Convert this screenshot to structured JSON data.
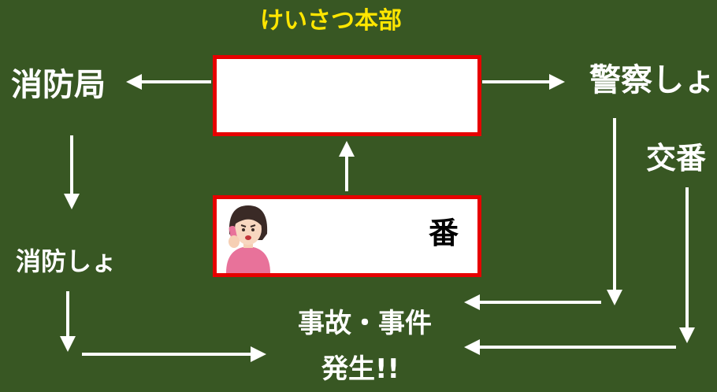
{
  "headquarters": {
    "title": "けいさつ本部"
  },
  "nodes": {
    "fire_department": "消防局",
    "fire_station": "消防しょ",
    "police_station": "警察しょ",
    "koban": "交番"
  },
  "call": {
    "number_suffix": "番"
  },
  "incident": {
    "line1": "事故・事件",
    "line2": "発生!!"
  },
  "colors": {
    "background": "#385723",
    "box_border": "#e60000",
    "title": "#ffe600",
    "arrow": "#ffffff"
  },
  "icons": {
    "caller": "woman-on-phone-icon"
  }
}
